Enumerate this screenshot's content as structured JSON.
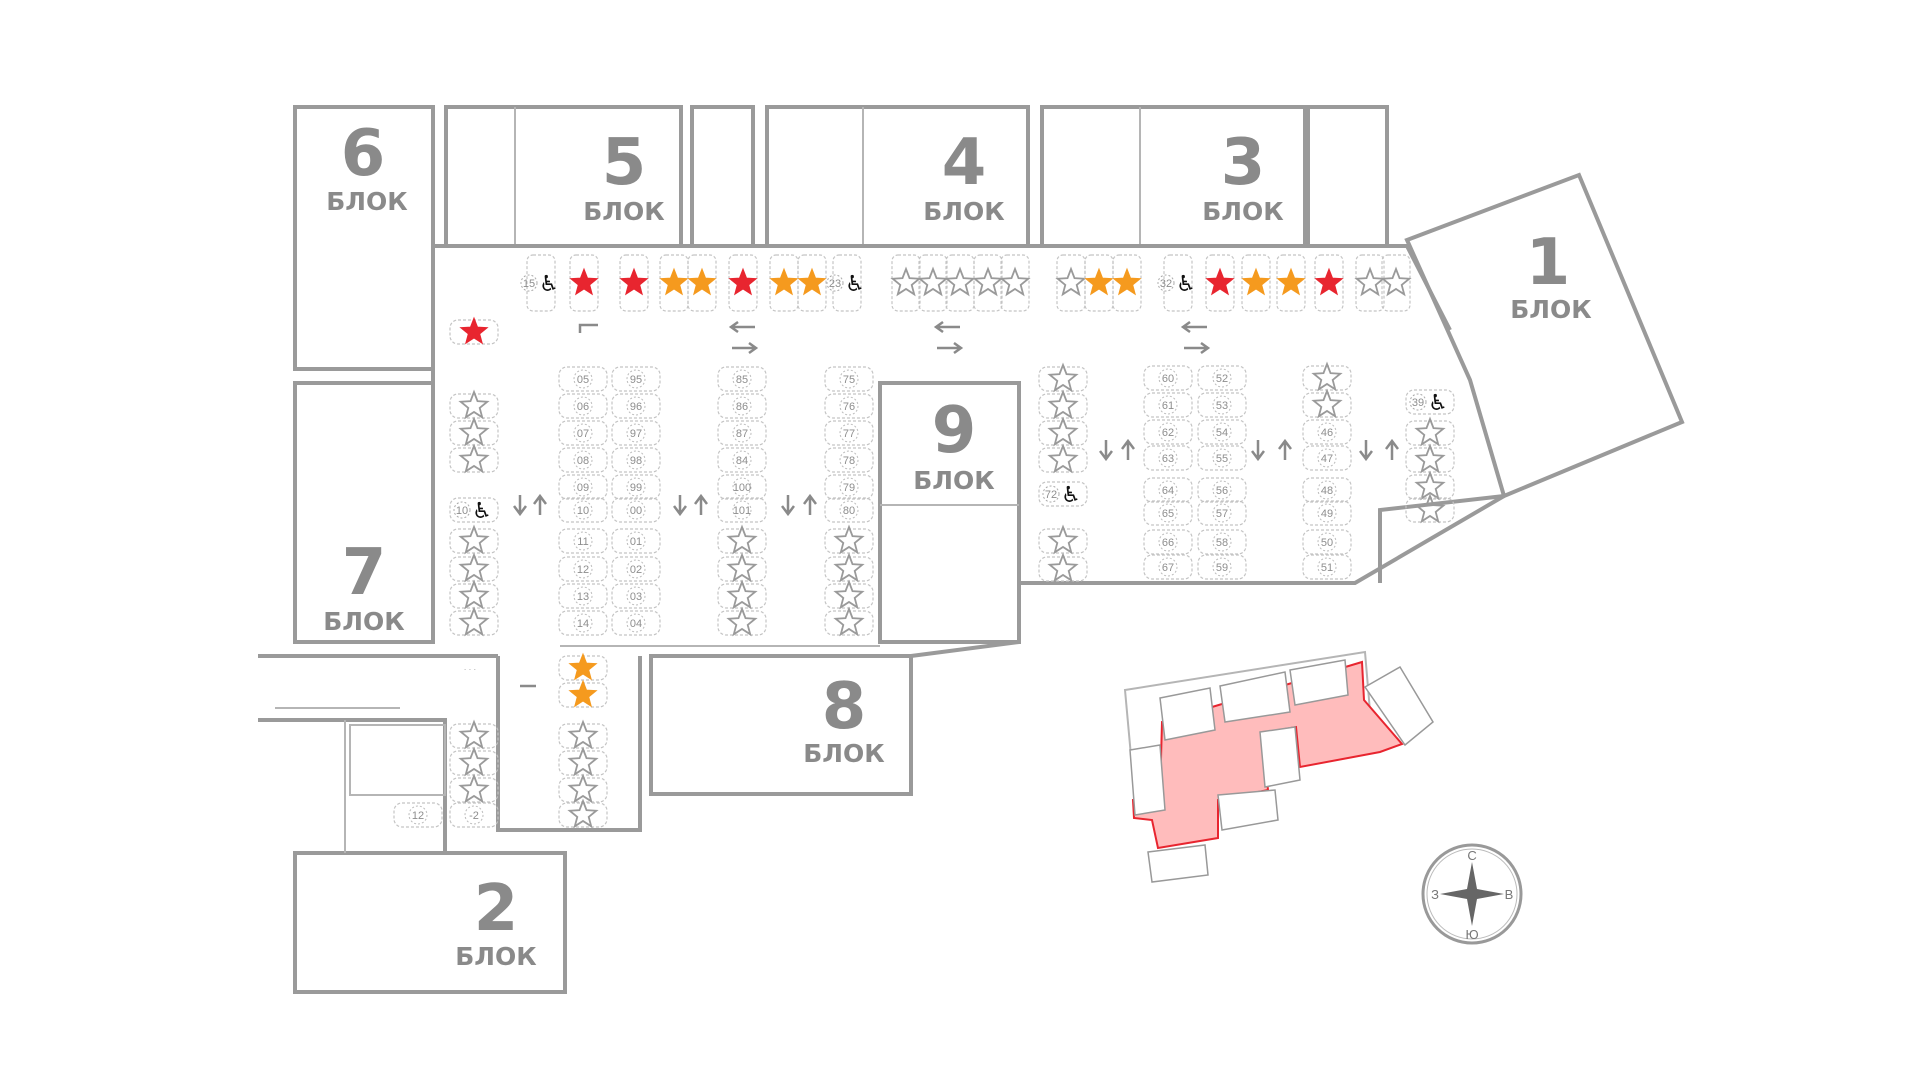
{
  "title": "План паркинга",
  "blocks": [
    {
      "number": "1",
      "label": "БЛОК"
    },
    {
      "number": "2",
      "label": "БЛОК"
    },
    {
      "number": "3",
      "label": "БЛОК"
    },
    {
      "number": "4",
      "label": "БЛОК"
    },
    {
      "number": "5",
      "label": "БЛОК"
    },
    {
      "number": "6",
      "label": "БЛОК"
    },
    {
      "number": "7",
      "label": "БЛОК"
    },
    {
      "number": "8",
      "label": "БЛОК"
    },
    {
      "number": "9",
      "label": "БЛОК"
    }
  ],
  "colors": {
    "red_star": "#e8252f",
    "orange_star": "#f59a1e",
    "grey_star": "#9a9a9a",
    "highlight": "#ffbcbc",
    "highlight_border": "#e8252f",
    "wall": "#9a9a9a"
  },
  "top_row": [
    {
      "type": "disabled",
      "label": "15"
    },
    {
      "type": "star",
      "color": "red"
    },
    {
      "type": "star",
      "color": "red"
    },
    {
      "type": "star",
      "color": "orange"
    },
    {
      "type": "star",
      "color": "orange"
    },
    {
      "type": "star",
      "color": "red"
    },
    {
      "type": "star",
      "color": "orange"
    },
    {
      "type": "star",
      "color": "orange"
    },
    {
      "type": "disabled",
      "label": "23"
    },
    {
      "type": "star",
      "color": "grey"
    },
    {
      "type": "star",
      "color": "grey"
    },
    {
      "type": "star",
      "color": "grey"
    },
    {
      "type": "star",
      "color": "grey"
    },
    {
      "type": "star",
      "color": "grey"
    },
    {
      "type": "star",
      "color": "grey"
    },
    {
      "type": "star",
      "color": "orange"
    },
    {
      "type": "star",
      "color": "orange"
    },
    {
      "type": "disabled",
      "label": "32"
    },
    {
      "type": "star",
      "color": "red"
    },
    {
      "type": "star",
      "color": "orange"
    },
    {
      "type": "star",
      "color": "orange"
    },
    {
      "type": "star",
      "color": "red"
    },
    {
      "type": "star",
      "color": "grey"
    },
    {
      "type": "star",
      "color": "grey"
    }
  ],
  "columns": [
    [
      {
        "type": "star",
        "color": "grey"
      },
      {
        "type": "star",
        "color": "grey"
      },
      {
        "type": "star",
        "color": "grey"
      },
      {
        "type": "disabled",
        "label": "10"
      },
      {
        "type": "star",
        "color": "grey"
      },
      {
        "type": "star",
        "color": "grey"
      },
      {
        "type": "star",
        "color": "grey"
      },
      {
        "type": "star",
        "color": "grey"
      }
    ],
    [
      {
        "type": "number",
        "label": "05"
      },
      {
        "type": "number",
        "label": "06"
      },
      {
        "type": "number",
        "label": "07"
      },
      {
        "type": "number",
        "label": "08"
      },
      {
        "type": "number",
        "label": "09"
      },
      {
        "type": "number",
        "label": "10"
      },
      {
        "type": "number",
        "label": "11"
      },
      {
        "type": "number",
        "label": "12"
      },
      {
        "type": "number",
        "label": "13"
      },
      {
        "type": "number",
        "label": "14"
      }
    ],
    [
      {
        "type": "number",
        "label": "95"
      },
      {
        "type": "number",
        "label": "96"
      },
      {
        "type": "number",
        "label": "97"
      },
      {
        "type": "number",
        "label": "98"
      },
      {
        "type": "number",
        "label": "99"
      },
      {
        "type": "number",
        "label": "00"
      },
      {
        "type": "number",
        "label": "01"
      },
      {
        "type": "number",
        "label": "02"
      },
      {
        "type": "number",
        "label": "03"
      },
      {
        "type": "number",
        "label": "04"
      }
    ],
    [
      {
        "type": "number",
        "label": "85"
      },
      {
        "type": "number",
        "label": "86"
      },
      {
        "type": "number",
        "label": "87"
      },
      {
        "type": "number",
        "label": "84"
      },
      {
        "type": "number",
        "label": "100"
      },
      {
        "type": "number",
        "label": "101"
      },
      {
        "type": "star",
        "color": "grey"
      },
      {
        "type": "star",
        "color": "grey"
      },
      {
        "type": "star",
        "color": "grey"
      },
      {
        "type": "star",
        "color": "grey"
      }
    ],
    [
      {
        "type": "number",
        "label": "75"
      },
      {
        "type": "number",
        "label": "76"
      },
      {
        "type": "number",
        "label": "77"
      },
      {
        "type": "number",
        "label": "78"
      },
      {
        "type": "number",
        "label": "79"
      },
      {
        "type": "number",
        "label": "80"
      },
      {
        "type": "star",
        "color": "grey"
      },
      {
        "type": "star",
        "color": "grey"
      },
      {
        "type": "star",
        "color": "grey"
      },
      {
        "type": "star",
        "color": "grey"
      }
    ],
    [
      {
        "type": "star",
        "color": "grey"
      },
      {
        "type": "star",
        "color": "grey"
      },
      {
        "type": "star",
        "color": "grey"
      },
      {
        "type": "star",
        "color": "grey"
      },
      {
        "type": "disabled",
        "label": "72"
      },
      {
        "type": "star",
        "color": "grey"
      },
      {
        "type": "star",
        "color": "grey"
      }
    ],
    [
      {
        "type": "number",
        "label": "60"
      },
      {
        "type": "number",
        "label": "61"
      },
      {
        "type": "number",
        "label": "62"
      },
      {
        "type": "number",
        "label": "63"
      },
      {
        "type": "number",
        "label": "64"
      },
      {
        "type": "number",
        "label": "65"
      },
      {
        "type": "number",
        "label": "66"
      },
      {
        "type": "number",
        "label": "67"
      }
    ],
    [
      {
        "type": "number",
        "label": "52"
      },
      {
        "type": "number",
        "label": "53"
      },
      {
        "type": "number",
        "label": "54"
      },
      {
        "type": "number",
        "label": "55"
      },
      {
        "type": "number",
        "label": "56"
      },
      {
        "type": "number",
        "label": "57"
      },
      {
        "type": "number",
        "label": "58"
      },
      {
        "type": "number",
        "label": "59"
      }
    ],
    [
      {
        "type": "star",
        "color": "grey"
      },
      {
        "type": "star",
        "color": "grey"
      },
      {
        "type": "number",
        "label": "46"
      },
      {
        "type": "number",
        "label": "47"
      },
      {
        "type": "number",
        "label": "48"
      },
      {
        "type": "number",
        "label": "49"
      },
      {
        "type": "number",
        "label": "50"
      },
      {
        "type": "number",
        "label": "51"
      }
    ],
    [
      {
        "type": "disabled",
        "label": "39"
      },
      {
        "type": "star",
        "color": "grey"
      },
      {
        "type": "star",
        "color": "grey"
      },
      {
        "type": "star",
        "color": "grey"
      },
      {
        "type": "star",
        "color": "grey"
      }
    ],
    [
      {
        "type": "star",
        "color": "orange"
      },
      {
        "type": "star",
        "color": "orange"
      },
      {
        "type": "star",
        "color": "grey"
      },
      {
        "type": "star",
        "color": "grey"
      },
      {
        "type": "star",
        "color": "grey"
      },
      {
        "type": "star",
        "color": "grey"
      }
    ],
    [
      {
        "type": "star",
        "color": "grey"
      },
      {
        "type": "star",
        "color": "grey"
      },
      {
        "type": "star",
        "color": "grey"
      },
      {
        "type": "number",
        "label": "-2"
      }
    ],
    [
      {
        "type": "number",
        "label": "12"
      }
    ],
    [
      {
        "type": "star",
        "color": "red"
      }
    ]
  ],
  "compass": {
    "north": "С",
    "east": "В",
    "south": "Ю",
    "west": "З"
  }
}
